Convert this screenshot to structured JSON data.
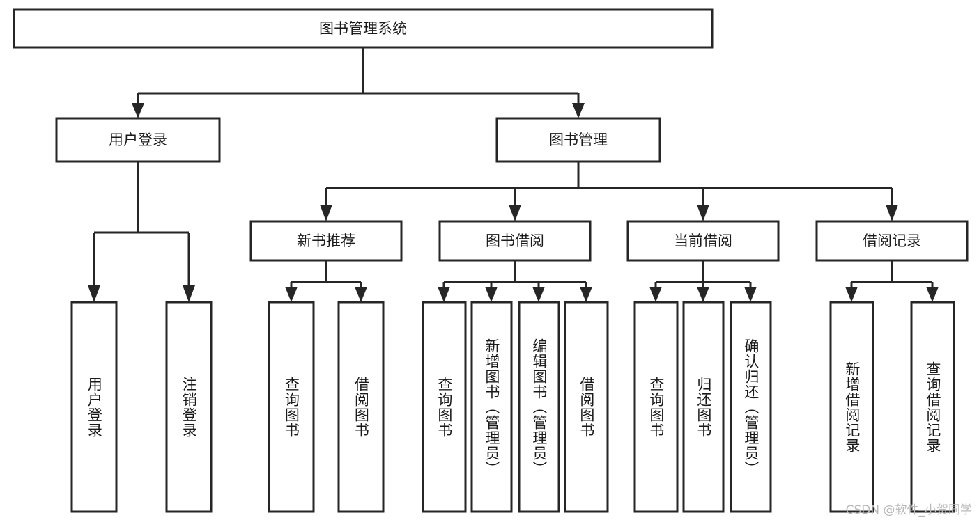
{
  "diagram": {
    "type": "tree-hierarchy",
    "title": "图书管理系统",
    "orientation": "top-down",
    "colors": {
      "box_fill": "#ffffff",
      "box_stroke": "#262626",
      "connector": "#262626",
      "text": "#1a1a1a",
      "watermark": "#b9b9b9",
      "background": "#ffffff"
    },
    "root": {
      "id": "root",
      "label": "图书管理系统",
      "orientation": "horizontal"
    },
    "level2": [
      {
        "id": "user-login",
        "label": "用户登录",
        "orientation": "horizontal"
      },
      {
        "id": "book-management",
        "label": "图书管理",
        "orientation": "horizontal"
      }
    ],
    "level3": [
      {
        "id": "new-book-recommend",
        "label": "新书推荐",
        "orientation": "horizontal",
        "parent": "book-management"
      },
      {
        "id": "book-borrow",
        "label": "图书借阅",
        "orientation": "horizontal",
        "parent": "book-management"
      },
      {
        "id": "current-borrow",
        "label": "当前借阅",
        "orientation": "horizontal",
        "parent": "book-management"
      },
      {
        "id": "borrow-record",
        "label": "借阅记录",
        "orientation": "horizontal",
        "parent": "book-management"
      }
    ],
    "leaves": {
      "user-login": [
        {
          "id": "leaf-user-login",
          "label": "用户登录",
          "orientation": "vertical"
        },
        {
          "id": "leaf-logout",
          "label": "注销登录",
          "orientation": "vertical"
        }
      ],
      "new-book-recommend": [
        {
          "id": "leaf-query-book-1",
          "label": "查询图书",
          "orientation": "vertical"
        },
        {
          "id": "leaf-borrow-book-1",
          "label": "借阅图书",
          "orientation": "vertical"
        }
      ],
      "book-borrow": [
        {
          "id": "leaf-query-book-2",
          "label": "查询图书",
          "orientation": "vertical"
        },
        {
          "id": "leaf-add-book",
          "label": "新增图书（管理员）",
          "orientation": "vertical"
        },
        {
          "id": "leaf-edit-book",
          "label": "编辑图书（管理员）",
          "orientation": "vertical"
        },
        {
          "id": "leaf-borrow-book-2",
          "label": "借阅图书",
          "orientation": "vertical"
        }
      ],
      "current-borrow": [
        {
          "id": "leaf-query-book-3",
          "label": "查询图书",
          "orientation": "vertical"
        },
        {
          "id": "leaf-return-book",
          "label": "归还图书",
          "orientation": "vertical"
        },
        {
          "id": "leaf-confirm-return",
          "label": "确认归还（管理员）",
          "orientation": "vertical"
        }
      ],
      "borrow-record": [
        {
          "id": "leaf-add-record",
          "label": "新增借阅记录",
          "orientation": "vertical"
        },
        {
          "id": "leaf-query-record",
          "label": "查询借阅记录",
          "orientation": "vertical"
        }
      ]
    }
  },
  "watermark": {
    "text": "CSDN @软件_小贺同学"
  }
}
